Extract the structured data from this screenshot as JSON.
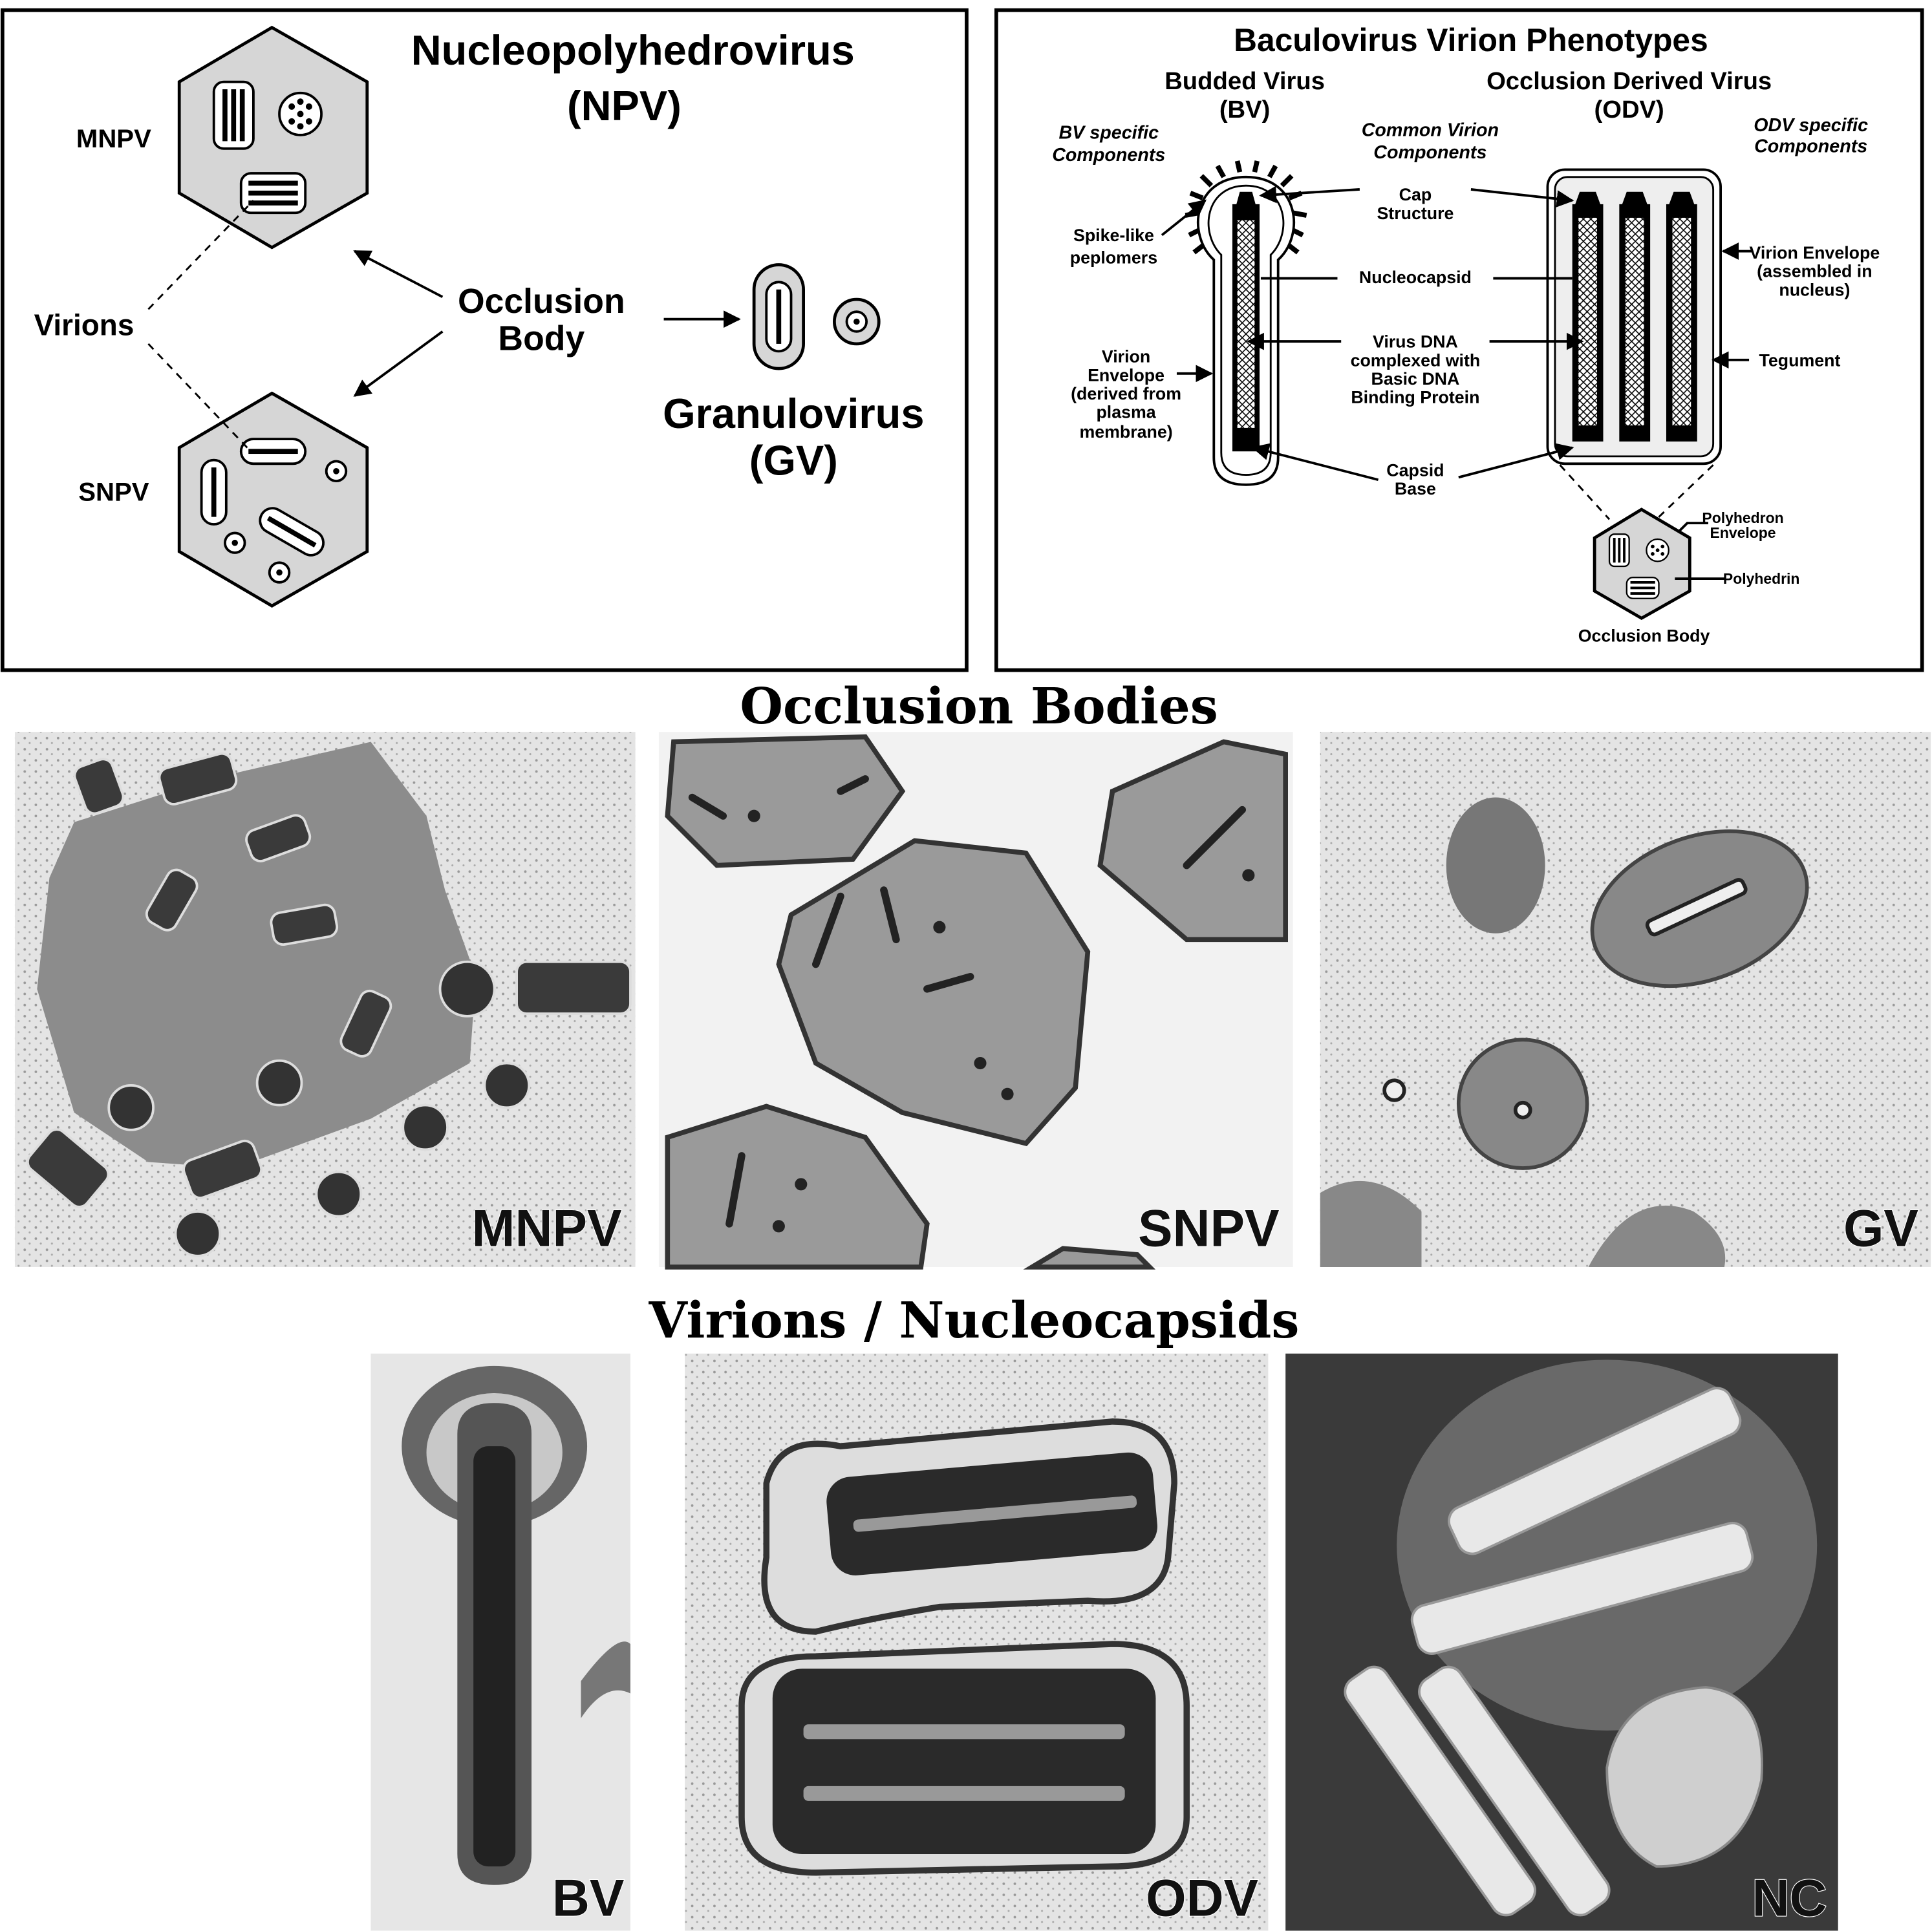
{
  "left_panel": {
    "title_line1": "Nucleopolyhedrovirus",
    "title_line2": "(NPV)",
    "mnpv": "MNPV",
    "snpv": "SNPV",
    "virions": "Virions",
    "occlusion_line1": "Occlusion",
    "occlusion_line2": "Body",
    "gv_line1": "Granulovirus",
    "gv_line2": "(GV)"
  },
  "right_panel": {
    "title": "Baculovirus Virion Phenotypes",
    "bv_line1": "Budded Virus",
    "bv_line2": "(BV)",
    "odv_line1": "Occlusion Derived Virus",
    "odv_line2": "(ODV)",
    "bv_specific": [
      "BV specific",
      "Components"
    ],
    "common": [
      "Common Virion",
      "Components"
    ],
    "odv_specific": [
      "ODV specific",
      "Components"
    ],
    "cap": [
      "Cap",
      "Structure"
    ],
    "nucleocapsid": "Nucleocapsid",
    "dna": [
      "Virus DNA",
      "complexed with",
      "Basic DNA",
      "Binding Protein"
    ],
    "capsid_base": [
      "Capsid",
      "Base"
    ],
    "spike": [
      "Spike-like",
      "peplomers"
    ],
    "bv_envelope": [
      "Virion",
      "Envelope",
      "(derived from",
      "plasma",
      "membrane)"
    ],
    "odv_envelope": [
      "Virion Envelope",
      "(assembled in",
      "nucleus)"
    ],
    "tegument": "Tegument",
    "polyhedron_envelope": [
      "Polyhedron",
      "Envelope"
    ],
    "polyhedrin": "Polyhedrin",
    "occlusion_body": "Occlusion Body"
  },
  "sections": {
    "occlusion_bodies": "Occlusion Bodies",
    "virions_nucleocapsids": "Virions / Nucleocapsids"
  },
  "micrographs": {
    "mnpv": "MNPV",
    "snpv": "SNPV",
    "gv": "GV",
    "bv": "BV",
    "odv": "ODV",
    "nc": "NC"
  }
}
